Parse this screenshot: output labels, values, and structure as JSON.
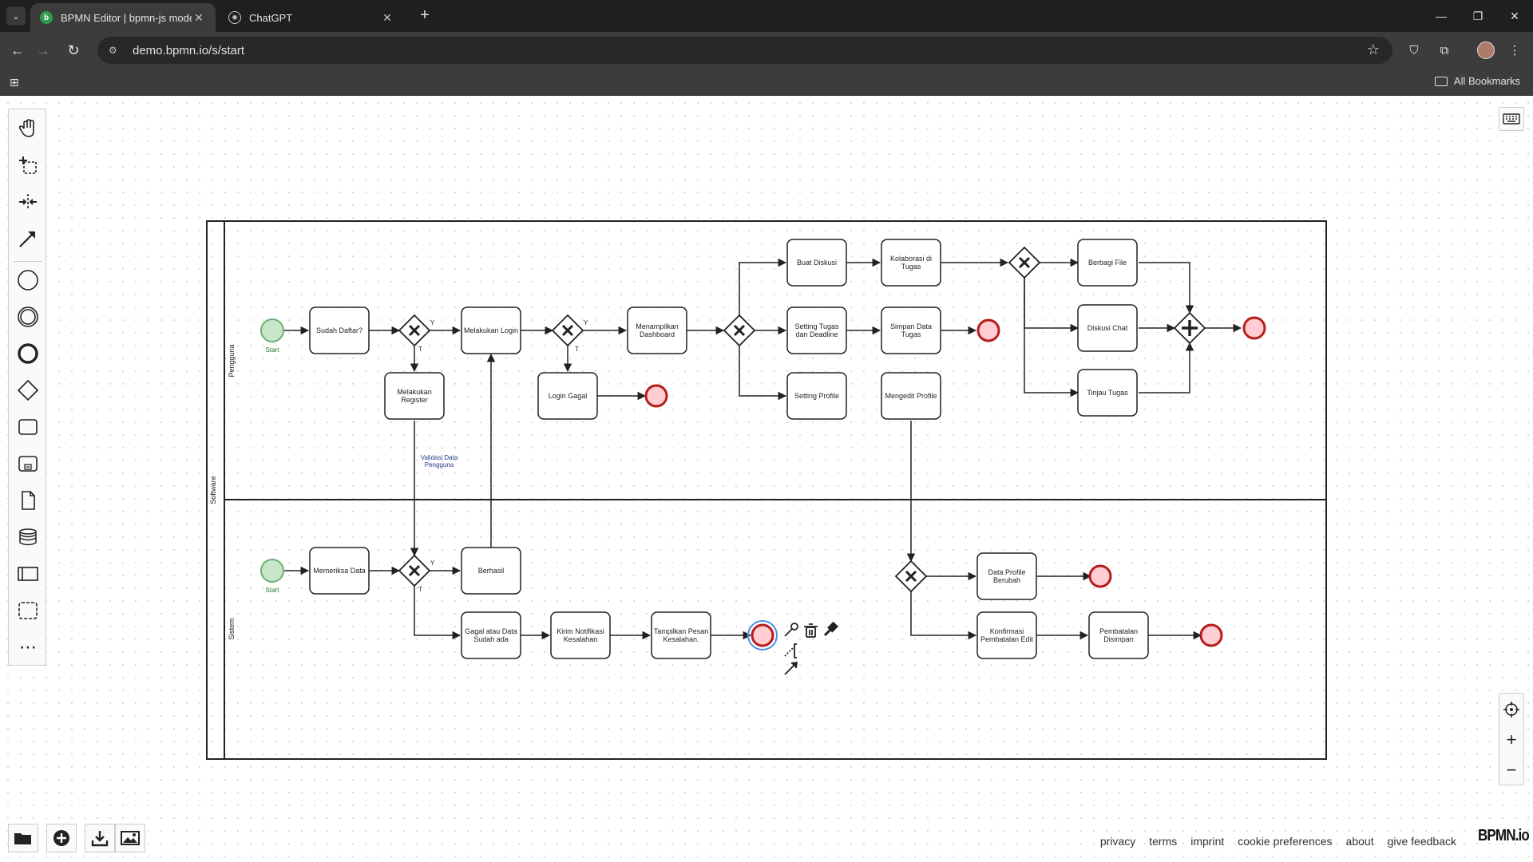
{
  "browser": {
    "tabs": [
      {
        "title": "BPMN Editor | bpmn-js modeler",
        "active": true
      },
      {
        "title": "ChatGPT",
        "active": false
      }
    ],
    "url": "demo.bpmn.io/s/start",
    "bookmarks_label": "All Bookmarks",
    "new_tab": "+"
  },
  "footer": {
    "links": [
      "privacy",
      "terms",
      "imprint",
      "cookie preferences",
      "about",
      "give feedback"
    ],
    "logo": "BPMN.io"
  },
  "diagram": {
    "participant": "Software",
    "lanes": [
      "Pengguna",
      "Sistem"
    ],
    "start_events": [
      {
        "label": "Start"
      },
      {
        "label": "Start"
      }
    ],
    "tasks": {
      "sudah_daftar": "Sudah Daftar?",
      "melakukan_register": "Melakukan Register",
      "melakukan_login": "Melakukan Login",
      "login_gagal": "Login Gagal",
      "menampilkan_dashboard": "Menampilkan Dashboard",
      "buat_diskusi": "Buat Diskusi",
      "setting_tugas": "Setting Tugas dan Deadline",
      "setting_profile": "Setting Profile",
      "kolaborasi": "Kolaborasi di Tugas",
      "simpan_data": "Simpan Data Tugas",
      "mengedit_profile": "Mengedit Profile",
      "berbagi_file": "Berbagi File",
      "diskusi_chat": "Diskusi Chat",
      "tinjau_tugas": "Tinjau Tugas",
      "memeriksa_data": "Memeriksa Data",
      "berhasil": "Berhasil",
      "gagal": "Gagal atau Data Sudah ada",
      "kirim_notifikasi": "Kirim Notifikasi Kesalahan",
      "tampilkan_pesan": "Tampilkan Pesan Kesalahan.",
      "data_profile": "Data Profile Berubah",
      "konfirmasi": "Konfirmasi Pembatalan Edit",
      "pembatalan": "Pembatalan Disimpan"
    },
    "flow_labels": {
      "yes": "Y",
      "no": "T",
      "validasi": "Validasi Data Pengguna"
    },
    "colors": {
      "start_fill": "#c8e6c9",
      "start_stroke": "#6fae73",
      "end_fill": "#ffcdd2",
      "end_stroke": "#b71c1c",
      "selection": "#4a90e2"
    }
  }
}
